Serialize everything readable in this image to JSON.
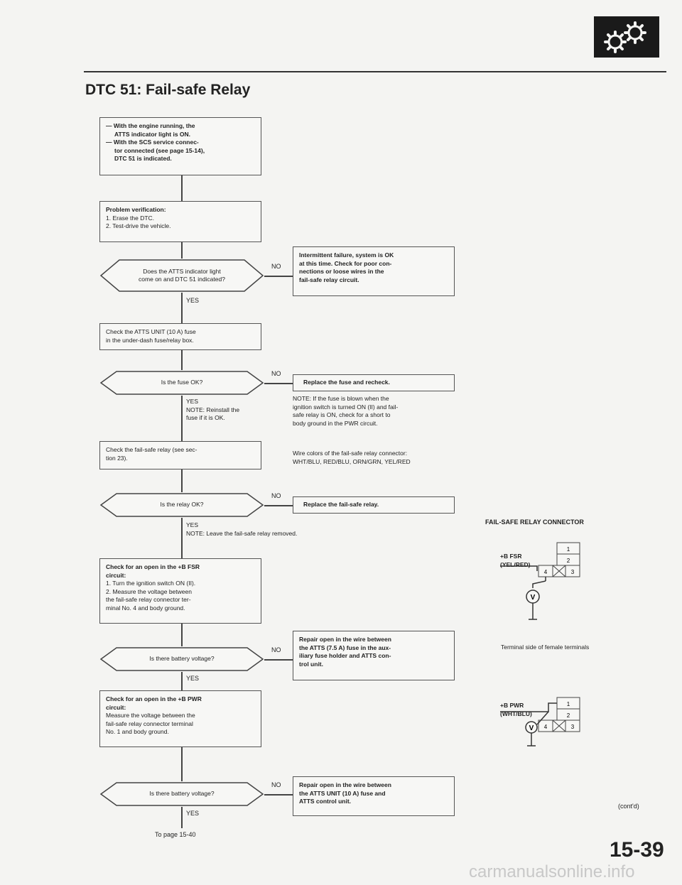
{
  "header": {
    "title": "DTC 51: Fail-safe Relay",
    "logo": "gear-logo-icon"
  },
  "flow": {
    "symptom": [
      "— With the engine running, the",
      "ATTS indicator light is ON.",
      "— With the SCS service connec-",
      "tor connected (see page 15-14),",
      "DTC 51 is indicated."
    ],
    "problem": {
      "title": "Problem verification:",
      "steps": [
        "1.  Erase the DTC.",
        "2.  Test-drive the vehicle."
      ]
    },
    "q1": [
      "Does the ATTS indicator light",
      "come on and DTC 51 indicated?"
    ],
    "q1_no_result": [
      "Intermittent failure, system is OK",
      "at this time. Check for poor con-",
      "nections or loose wires in the",
      "fail-safe relay circuit."
    ],
    "check_fuse": [
      "Check the ATTS UNIT (10 A) fuse",
      "in the under-dash fuse/relay box."
    ],
    "q2": [
      "Is the fuse OK?"
    ],
    "q2_no_result": "Replace the fuse and recheck.",
    "q2_yes_note": [
      "YES",
      "NOTE:  Reinstall the",
      "fuse if it is OK."
    ],
    "fuse_note": [
      "NOTE:  If the fuse is blown when the",
      "ignition switch is turned ON (II) and fail-",
      "safe relay is ON, check for a short to",
      "body ground in the PWR circuit."
    ],
    "check_relay": [
      "Check the fail-safe relay (see sec-",
      "tion 23)."
    ],
    "wire_colors": [
      "Wire colors of the fail-safe relay connector:",
      "WHT/BLU, RED/BLU, ORN/GRN, YEL/RED"
    ],
    "q3": [
      "Is the relay OK?"
    ],
    "q3_no_result": "Replace the fail-safe relay.",
    "q3_yes_note": [
      "YES",
      "NOTE:  Leave the fail-safe relay removed."
    ],
    "check_fsr": {
      "title": [
        "Check for an open in the +B FSR",
        "circuit:"
      ],
      "steps": [
        "1.  Turn the ignition switch ON (II).",
        "2.  Measure the voltage between",
        "     the fail-safe relay connector ter-",
        "     minal No. 4 and body ground."
      ]
    },
    "q4": [
      "Is there battery voltage?"
    ],
    "q4_no_result": [
      "Repair open in the wire between",
      "the ATTS (7.5 A) fuse in the aux-",
      "iliary fuse holder and ATTS con-",
      "trol unit."
    ],
    "check_pwr": {
      "title": [
        "Check for an open in the +B PWR",
        "circuit:"
      ],
      "body": [
        "Measure the voltage between the",
        "fail-safe relay connector terminal",
        "No. 1 and body ground."
      ]
    },
    "q5": [
      "Is there battery voltage?"
    ],
    "q5_no_result": [
      "Repair open in the wire between",
      "the ATTS UNIT (10 A) fuse and",
      "ATTS control unit."
    ],
    "yes": "YES",
    "no": "NO",
    "to_page": "To page 15-40"
  },
  "connector": {
    "title": "FAIL-SAFE RELAY CONNECTOR",
    "fsr_label": [
      "+B FSR",
      "(YEL/RED)"
    ],
    "pwr_label": [
      "+B PWR",
      "(WHT/BLU)"
    ],
    "terminal_caption": "Terminal side of female terminals",
    "pins": [
      "1",
      "2",
      "4",
      "3"
    ],
    "meter": "V"
  },
  "footer": {
    "contd": "(cont'd)",
    "page_number": "15-39",
    "watermark": "carmanualsonline.info"
  }
}
